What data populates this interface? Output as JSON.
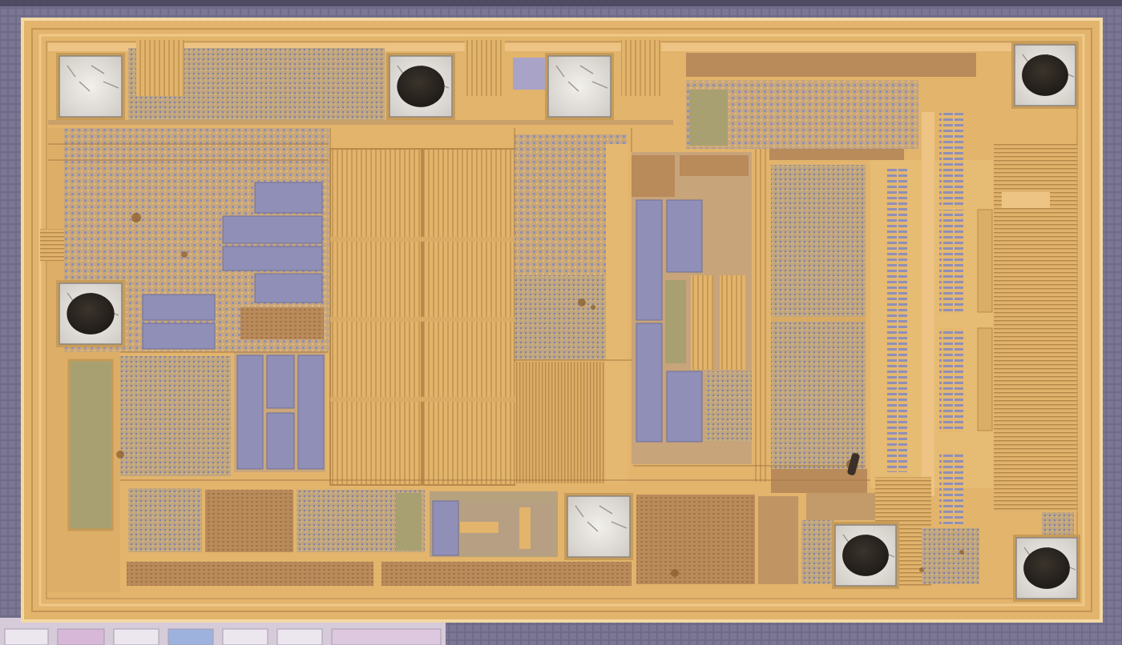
{
  "image": {
    "subject": "integrated-circuit-die-micrograph",
    "palette": {
      "seal_ring": "#6f6a86",
      "seal_ring_dark": "#4f4b63",
      "metal_gold": "#e2b46c",
      "metal_gold_light": "#f0c988",
      "metal_gold_dark": "#b8894a",
      "poly_lavender": "#8f8fb8",
      "poly_lavender_dark": "#6f6f99",
      "olive": "#a8a070",
      "pad_silver": "#e9e6e2",
      "blob_black": "#2a2622",
      "brown_trace": "#9a6a3a",
      "test_strip": "#d6cbd9"
    },
    "bond_pads": [
      {
        "id": "pad-top-left",
        "bonded": false
      },
      {
        "id": "pad-top-mid-left",
        "bonded": true
      },
      {
        "id": "pad-top-mid-right",
        "bonded": false
      },
      {
        "id": "pad-top-right",
        "bonded": true
      },
      {
        "id": "pad-left",
        "bonded": true
      },
      {
        "id": "pad-bottom-mid",
        "bonded": false
      },
      {
        "id": "pad-bottom-right-inner",
        "bonded": true
      },
      {
        "id": "pad-bottom-right",
        "bonded": true
      }
    ]
  }
}
